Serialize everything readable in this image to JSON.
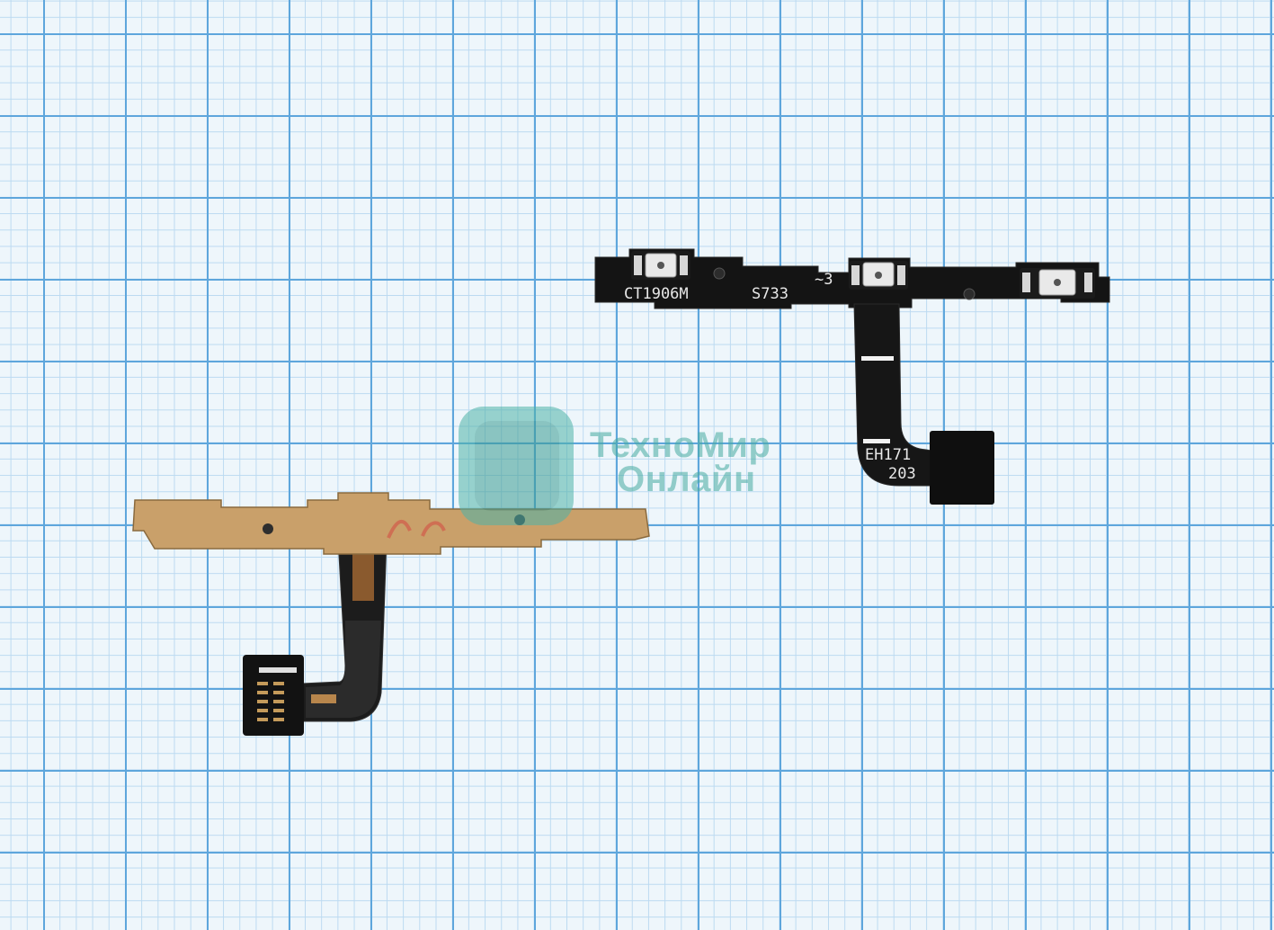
{
  "labels": {
    "right_part_code": "CT1906M",
    "right_part_model": "S733",
    "right_part_rev": "~3",
    "right_tail_line1": "EH171",
    "right_tail_line2": "203"
  },
  "watermark": {
    "line1": "ТехноМир",
    "line2": "Онлайн"
  },
  "colors": {
    "grid_major": "#5ea6dc",
    "grid_minor": "#bcdaf1",
    "paper": "#eef6fb",
    "flex_black": "#141414",
    "stiffener_gold": "#c9a06a",
    "watermark": "#46aaa0"
  },
  "icons": [
    "watermark-logo-icon"
  ]
}
